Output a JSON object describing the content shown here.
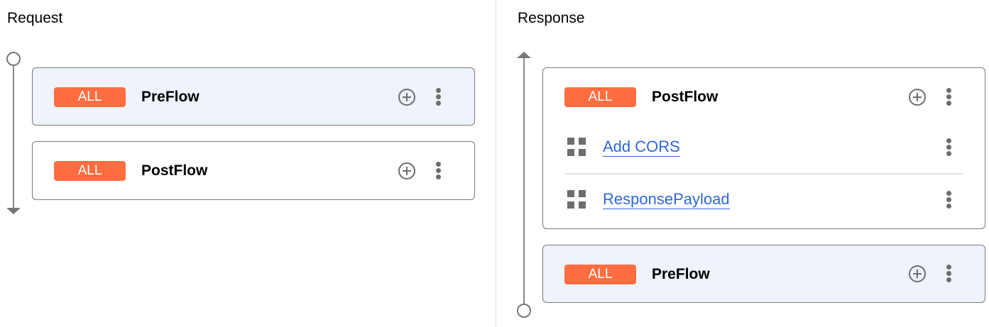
{
  "request": {
    "title": "Request",
    "flows": [
      {
        "badge": "ALL",
        "name": "PreFlow",
        "selected": true
      },
      {
        "badge": "ALL",
        "name": "PostFlow",
        "selected": false
      }
    ]
  },
  "response": {
    "title": "Response",
    "flows": [
      {
        "badge": "ALL",
        "name": "PostFlow",
        "selected": false,
        "policies": [
          "Add CORS",
          "ResponsePayload"
        ]
      },
      {
        "badge": "ALL",
        "name": "PreFlow",
        "selected": true
      }
    ]
  },
  "colors": {
    "badge": "#ff6d40",
    "selected_bg": "#eef3fc",
    "link": "#2f67d8"
  }
}
